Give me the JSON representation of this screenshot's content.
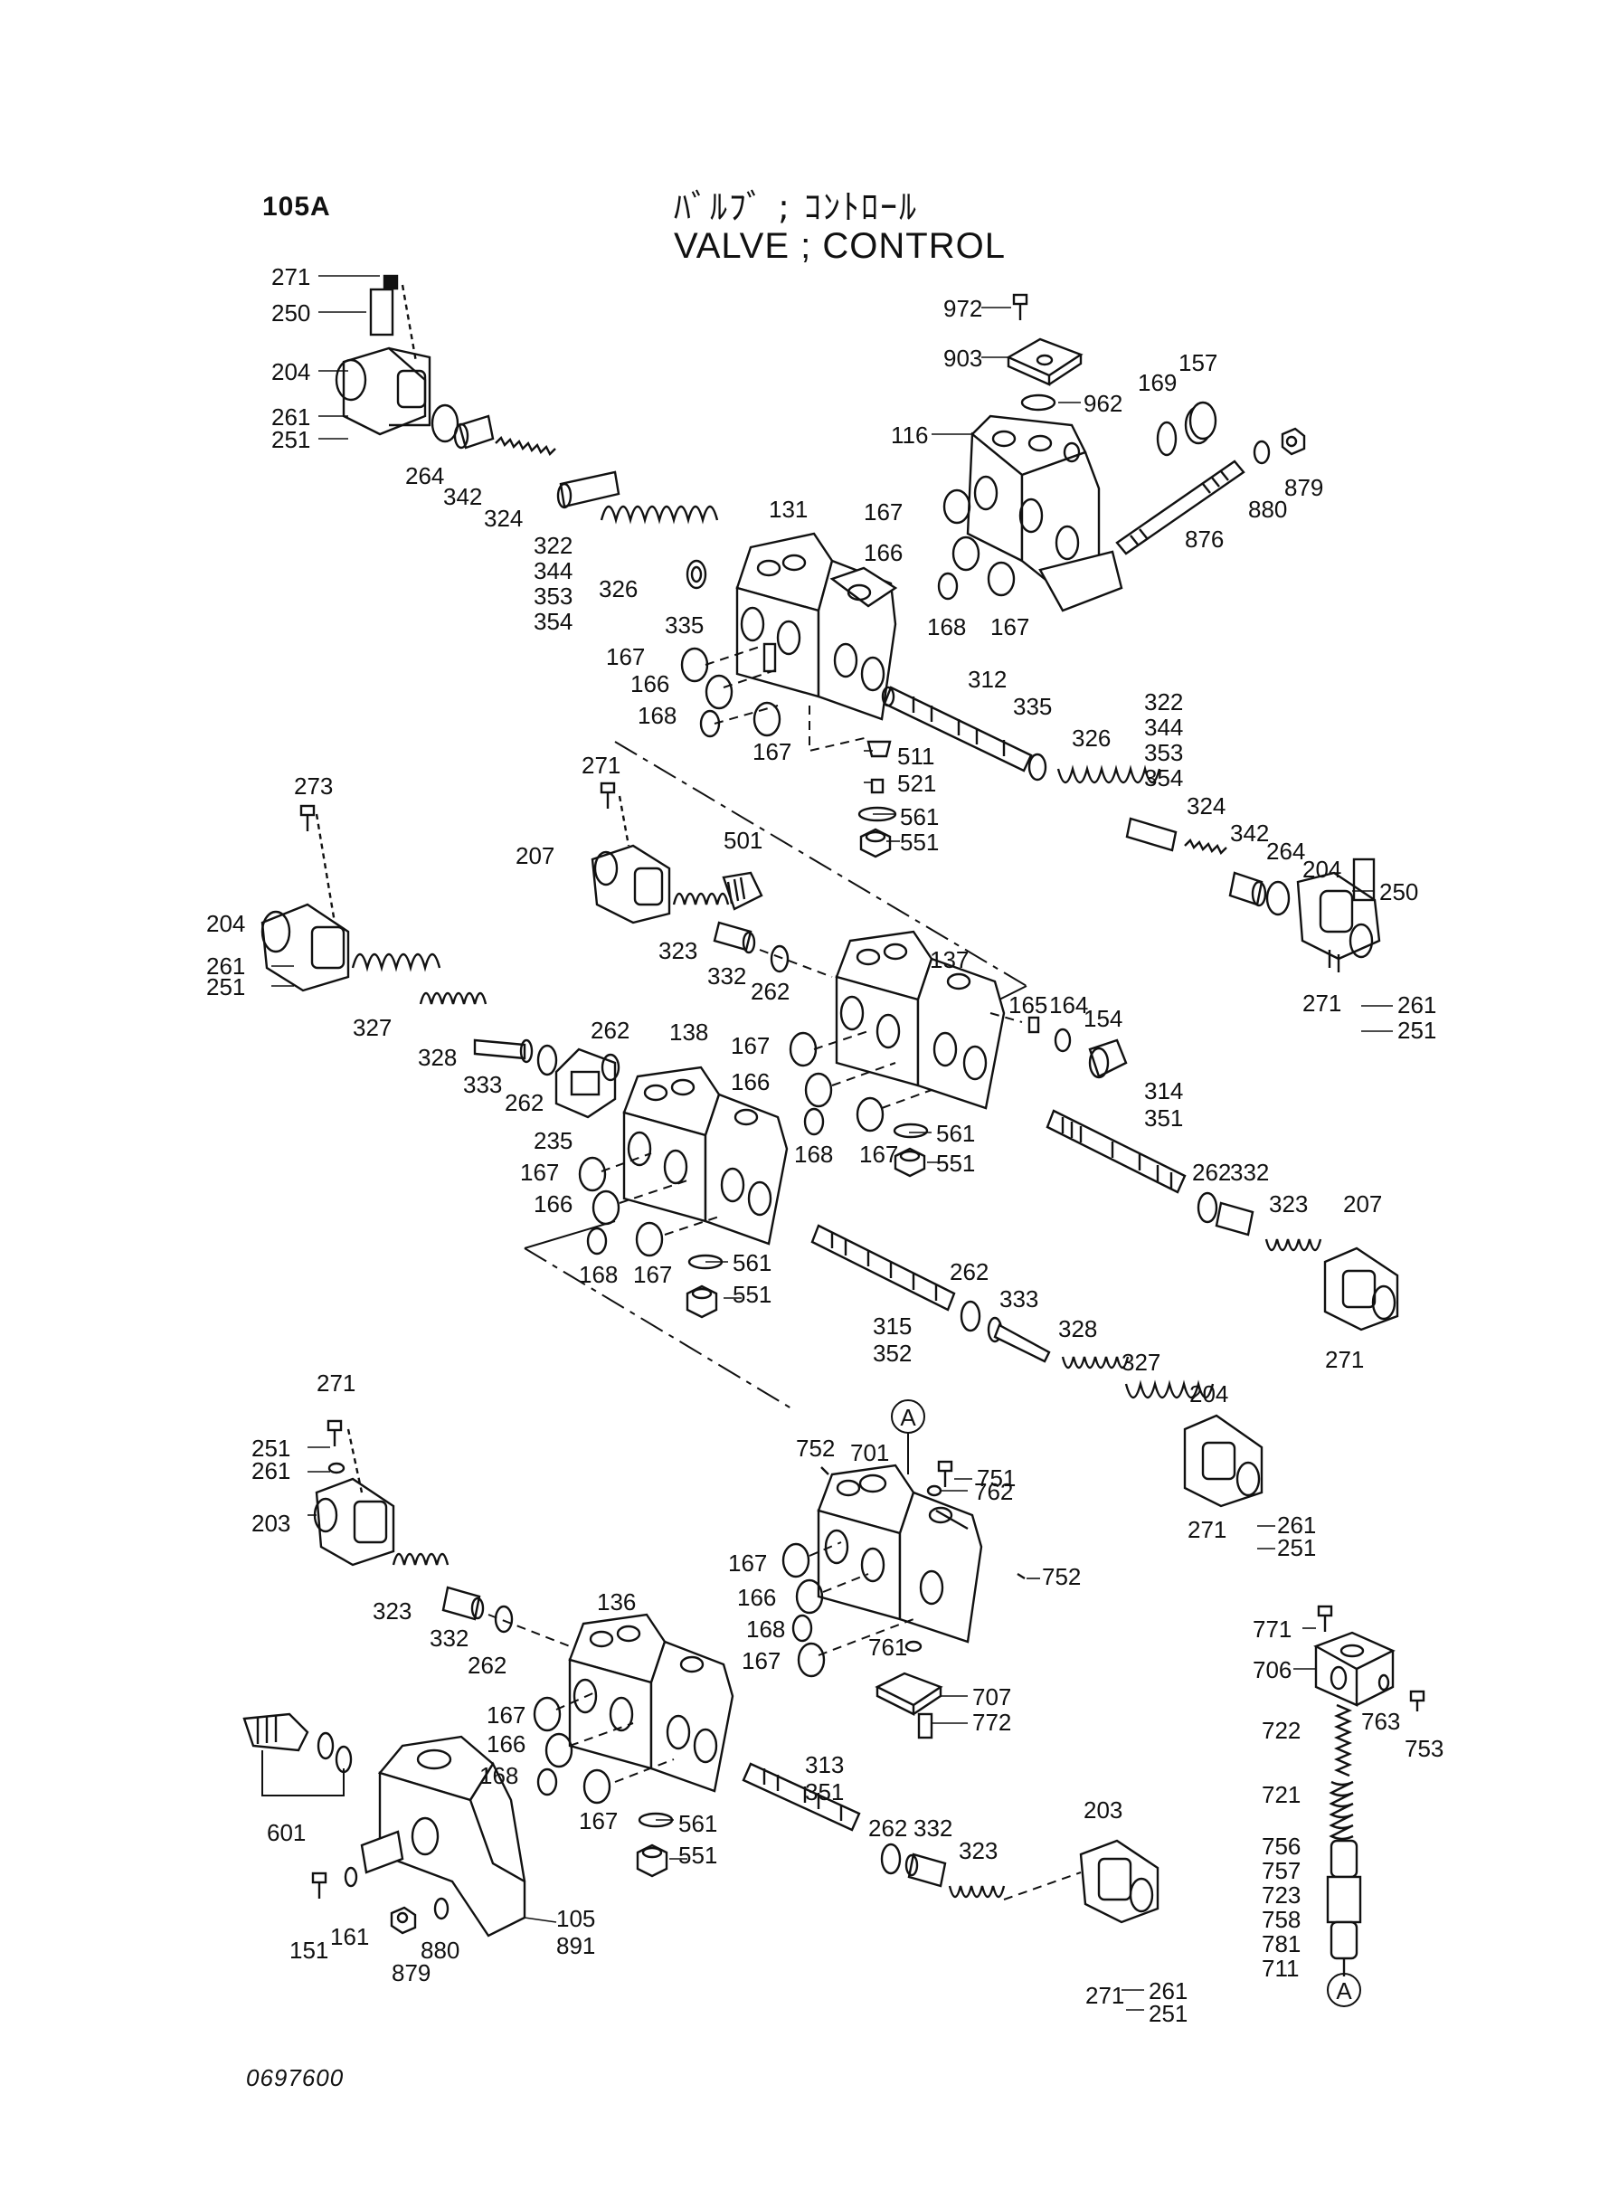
{
  "page_id": "105A",
  "title_jp": "ﾊﾞﾙﾌﾞ ; ｺﾝﾄﾛｰﾙ",
  "title_en": "VALVE ; CONTROL",
  "drawing_no": "0697600",
  "callout_ref": "A",
  "part_labels": [
    {
      "id": "271-a",
      "text": "271"
    },
    {
      "id": "250-a",
      "text": "250"
    },
    {
      "id": "204-a",
      "text": "204"
    },
    {
      "id": "261-a",
      "text": "261"
    },
    {
      "id": "251-a",
      "text": "251"
    },
    {
      "id": "264-a",
      "text": "264"
    },
    {
      "id": "342-a",
      "text": "342"
    },
    {
      "id": "324-a",
      "text": "324"
    },
    {
      "id": "322-a",
      "text": "322"
    },
    {
      "id": "344-a",
      "text": "344"
    },
    {
      "id": "353-a",
      "text": "353"
    },
    {
      "id": "354-a",
      "text": "354"
    },
    {
      "id": "326-a",
      "text": "326"
    },
    {
      "id": "335-a",
      "text": "335"
    },
    {
      "id": "131",
      "text": "131"
    },
    {
      "id": "167-a",
      "text": "167"
    },
    {
      "id": "166-a",
      "text": "166"
    },
    {
      "id": "168-a",
      "text": "168"
    },
    {
      "id": "167-b",
      "text": "167"
    },
    {
      "id": "972",
      "text": "972"
    },
    {
      "id": "903",
      "text": "903"
    },
    {
      "id": "962",
      "text": "962"
    },
    {
      "id": "169",
      "text": "169"
    },
    {
      "id": "157",
      "text": "157"
    },
    {
      "id": "116",
      "text": "116"
    },
    {
      "id": "880-a",
      "text": "880"
    },
    {
      "id": "879-a",
      "text": "879"
    },
    {
      "id": "167-c",
      "text": "167"
    },
    {
      "id": "166-b",
      "text": "166"
    },
    {
      "id": "168-b",
      "text": "168"
    },
    {
      "id": "167-d",
      "text": "167"
    },
    {
      "id": "876",
      "text": "876"
    },
    {
      "id": "312",
      "text": "312"
    },
    {
      "id": "335-b",
      "text": "335"
    },
    {
      "id": "322-b",
      "text": "322"
    },
    {
      "id": "344-b",
      "text": "344"
    },
    {
      "id": "353-b",
      "text": "353"
    },
    {
      "id": "354-b",
      "text": "354"
    },
    {
      "id": "326-b",
      "text": "326"
    },
    {
      "id": "324-b",
      "text": "324"
    },
    {
      "id": "511",
      "text": "511"
    },
    {
      "id": "521",
      "text": "521"
    },
    {
      "id": "561-a",
      "text": "561"
    },
    {
      "id": "551-a",
      "text": "551"
    },
    {
      "id": "342-b",
      "text": "342"
    },
    {
      "id": "264-b",
      "text": "264"
    },
    {
      "id": "204-b",
      "text": "204"
    },
    {
      "id": "250-b",
      "text": "250"
    },
    {
      "id": "271-b",
      "text": "271"
    },
    {
      "id": "261-b",
      "text": "261"
    },
    {
      "id": "251-b",
      "text": "251"
    },
    {
      "id": "273",
      "text": "273"
    },
    {
      "id": "271-c",
      "text": "271"
    },
    {
      "id": "207-a",
      "text": "207"
    },
    {
      "id": "501",
      "text": "501"
    },
    {
      "id": "204-c",
      "text": "204"
    },
    {
      "id": "261-c",
      "text": "261"
    },
    {
      "id": "251-c",
      "text": "251"
    },
    {
      "id": "323-a",
      "text": "323"
    },
    {
      "id": "332-a",
      "text": "332"
    },
    {
      "id": "262-a",
      "text": "262"
    },
    {
      "id": "137",
      "text": "137"
    },
    {
      "id": "327-a",
      "text": "327"
    },
    {
      "id": "328-a",
      "text": "328"
    },
    {
      "id": "333-a",
      "text": "333"
    },
    {
      "id": "262-b",
      "text": "262"
    },
    {
      "id": "138",
      "text": "138"
    },
    {
      "id": "262-c",
      "text": "262"
    },
    {
      "id": "235",
      "text": "235"
    },
    {
      "id": "167-e",
      "text": "167"
    },
    {
      "id": "166-c",
      "text": "166"
    },
    {
      "id": "168-c",
      "text": "168"
    },
    {
      "id": "167-f",
      "text": "167"
    },
    {
      "id": "165",
      "text": "165"
    },
    {
      "id": "164",
      "text": "164"
    },
    {
      "id": "154",
      "text": "154"
    },
    {
      "id": "561-b",
      "text": "561"
    },
    {
      "id": "551-b",
      "text": "551"
    },
    {
      "id": "314",
      "text": "314"
    },
    {
      "id": "351-a",
      "text": "351"
    },
    {
      "id": "262-d",
      "text": "262"
    },
    {
      "id": "332-b",
      "text": "332"
    },
    {
      "id": "323-b",
      "text": "323"
    },
    {
      "id": "207-b",
      "text": "207"
    },
    {
      "id": "167-g",
      "text": "167"
    },
    {
      "id": "166-d",
      "text": "166"
    },
    {
      "id": "168-d",
      "text": "168"
    },
    {
      "id": "167-h",
      "text": "167"
    },
    {
      "id": "561-c",
      "text": "561"
    },
    {
      "id": "551-c",
      "text": "551"
    },
    {
      "id": "262-e",
      "text": "262"
    },
    {
      "id": "333-b",
      "text": "333"
    },
    {
      "id": "315",
      "text": "315"
    },
    {
      "id": "352",
      "text": "352"
    },
    {
      "id": "328-b",
      "text": "328"
    },
    {
      "id": "327-b",
      "text": "327"
    },
    {
      "id": "204-d",
      "text": "204"
    },
    {
      "id": "271-d",
      "text": "271"
    },
    {
      "id": "271-e",
      "text": "271"
    },
    {
      "id": "261-d",
      "text": "261"
    },
    {
      "id": "251-d",
      "text": "251"
    },
    {
      "id": "271-f",
      "text": "271"
    },
    {
      "id": "251-e",
      "text": "251"
    },
    {
      "id": "261-e",
      "text": "261"
    },
    {
      "id": "203-a",
      "text": "203"
    },
    {
      "id": "752-a",
      "text": "752"
    },
    {
      "id": "701",
      "text": "701"
    },
    {
      "id": "751",
      "text": "751"
    },
    {
      "id": "762",
      "text": "762"
    },
    {
      "id": "752-b",
      "text": "752"
    },
    {
      "id": "323-c",
      "text": "323"
    },
    {
      "id": "332-c",
      "text": "332"
    },
    {
      "id": "262-f",
      "text": "262"
    },
    {
      "id": "136",
      "text": "136"
    },
    {
      "id": "167-i",
      "text": "167"
    },
    {
      "id": "166-e",
      "text": "166"
    },
    {
      "id": "168-e",
      "text": "168"
    },
    {
      "id": "167-j",
      "text": "167"
    },
    {
      "id": "761",
      "text": "761"
    },
    {
      "id": "707",
      "text": "707"
    },
    {
      "id": "772",
      "text": "772"
    },
    {
      "id": "771",
      "text": "771"
    },
    {
      "id": "706",
      "text": "706"
    },
    {
      "id": "763",
      "text": "763"
    },
    {
      "id": "753",
      "text": "753"
    },
    {
      "id": "722",
      "text": "722"
    },
    {
      "id": "721",
      "text": "721"
    },
    {
      "id": "756",
      "text": "756"
    },
    {
      "id": "757",
      "text": "757"
    },
    {
      "id": "723",
      "text": "723"
    },
    {
      "id": "758",
      "text": "758"
    },
    {
      "id": "781",
      "text": "781"
    },
    {
      "id": "711",
      "text": "711"
    },
    {
      "id": "167-k",
      "text": "167"
    },
    {
      "id": "166-f",
      "text": "166"
    },
    {
      "id": "168-f",
      "text": "168"
    },
    {
      "id": "167-l",
      "text": "167"
    },
    {
      "id": "601",
      "text": "601"
    },
    {
      "id": "313",
      "text": "313"
    },
    {
      "id": "351-b",
      "text": "351"
    },
    {
      "id": "262-g",
      "text": "262"
    },
    {
      "id": "332-d",
      "text": "332"
    },
    {
      "id": "323-d",
      "text": "323"
    },
    {
      "id": "203-b",
      "text": "203"
    },
    {
      "id": "561-d",
      "text": "561"
    },
    {
      "id": "551-d",
      "text": "551"
    },
    {
      "id": "105",
      "text": "105"
    },
    {
      "id": "891",
      "text": "891"
    },
    {
      "id": "151",
      "text": "151"
    },
    {
      "id": "161",
      "text": "161"
    },
    {
      "id": "880-b",
      "text": "880"
    },
    {
      "id": "879-b",
      "text": "879"
    },
    {
      "id": "271-g",
      "text": "271"
    },
    {
      "id": "261-f",
      "text": "261"
    },
    {
      "id": "251-f",
      "text": "251"
    }
  ]
}
